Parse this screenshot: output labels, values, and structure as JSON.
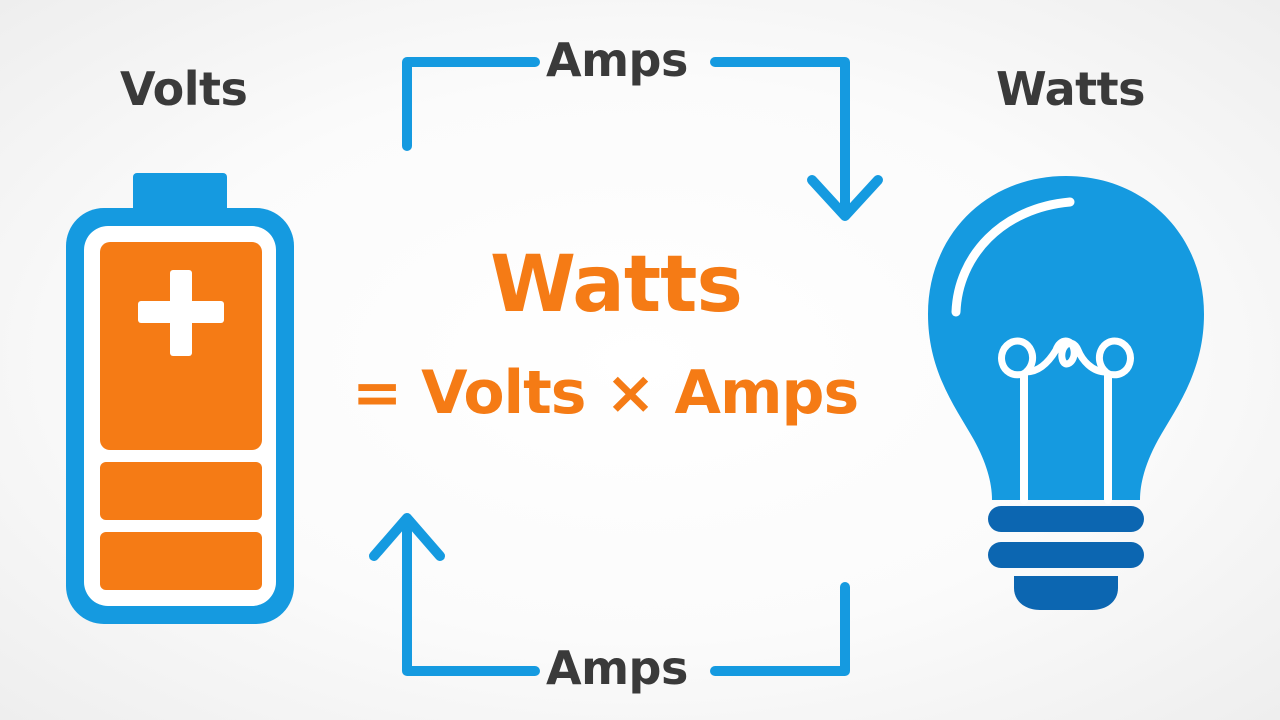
{
  "labels": {
    "volts": "Volts",
    "watts": "Watts",
    "amps_top": "Amps",
    "amps_bottom": "Amps"
  },
  "formula": {
    "title": "Watts",
    "equation": "= Volts × Amps"
  },
  "icons": {
    "battery": "battery-icon",
    "bulb": "light-bulb-icon",
    "arrow_top": "arrow-down-icon",
    "arrow_bottom": "arrow-up-icon"
  },
  "colors": {
    "blue": "#159ae0",
    "dark_blue": "#0c66b1",
    "orange": "#f57b15",
    "text": "#3a3a3a"
  }
}
